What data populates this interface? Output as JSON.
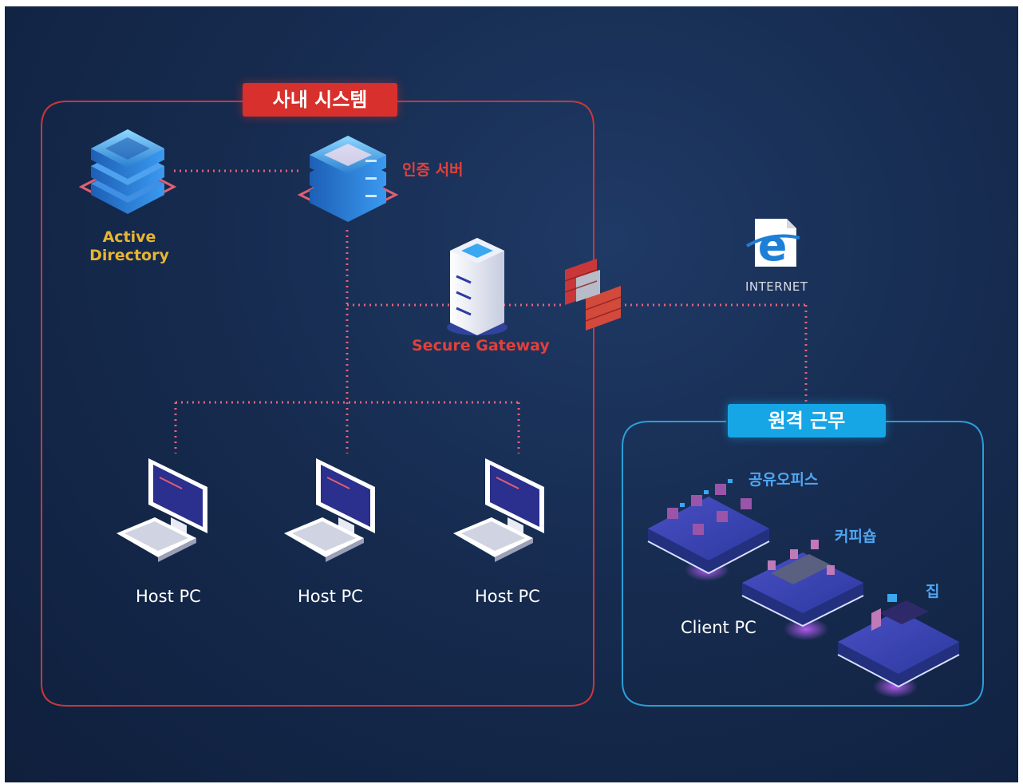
{
  "internal_system": {
    "title": "사내 시스템"
  },
  "remote_work": {
    "title": "원격 근무"
  },
  "nodes": {
    "active_directory": {
      "line1": "Active",
      "line2": "Directory"
    },
    "auth_server": {
      "label": "인증 서버"
    },
    "secure_gateway": {
      "label": "Secure Gateway"
    },
    "internet": {
      "label": "INTERNET"
    },
    "host_pcs": [
      "Host PC",
      "Host PC",
      "Host PC"
    ],
    "client_pc": {
      "label": "Client PC"
    },
    "locations": {
      "shared_office": "공유오피스",
      "coffee_shop": "커피숍",
      "home": "집"
    }
  },
  "colors": {
    "internal_border": "#c8383a",
    "remote_border": "#2a9ed6",
    "connector": "#e8607a",
    "badge_red": "#d8302c",
    "badge_blue": "#16a6e6"
  }
}
